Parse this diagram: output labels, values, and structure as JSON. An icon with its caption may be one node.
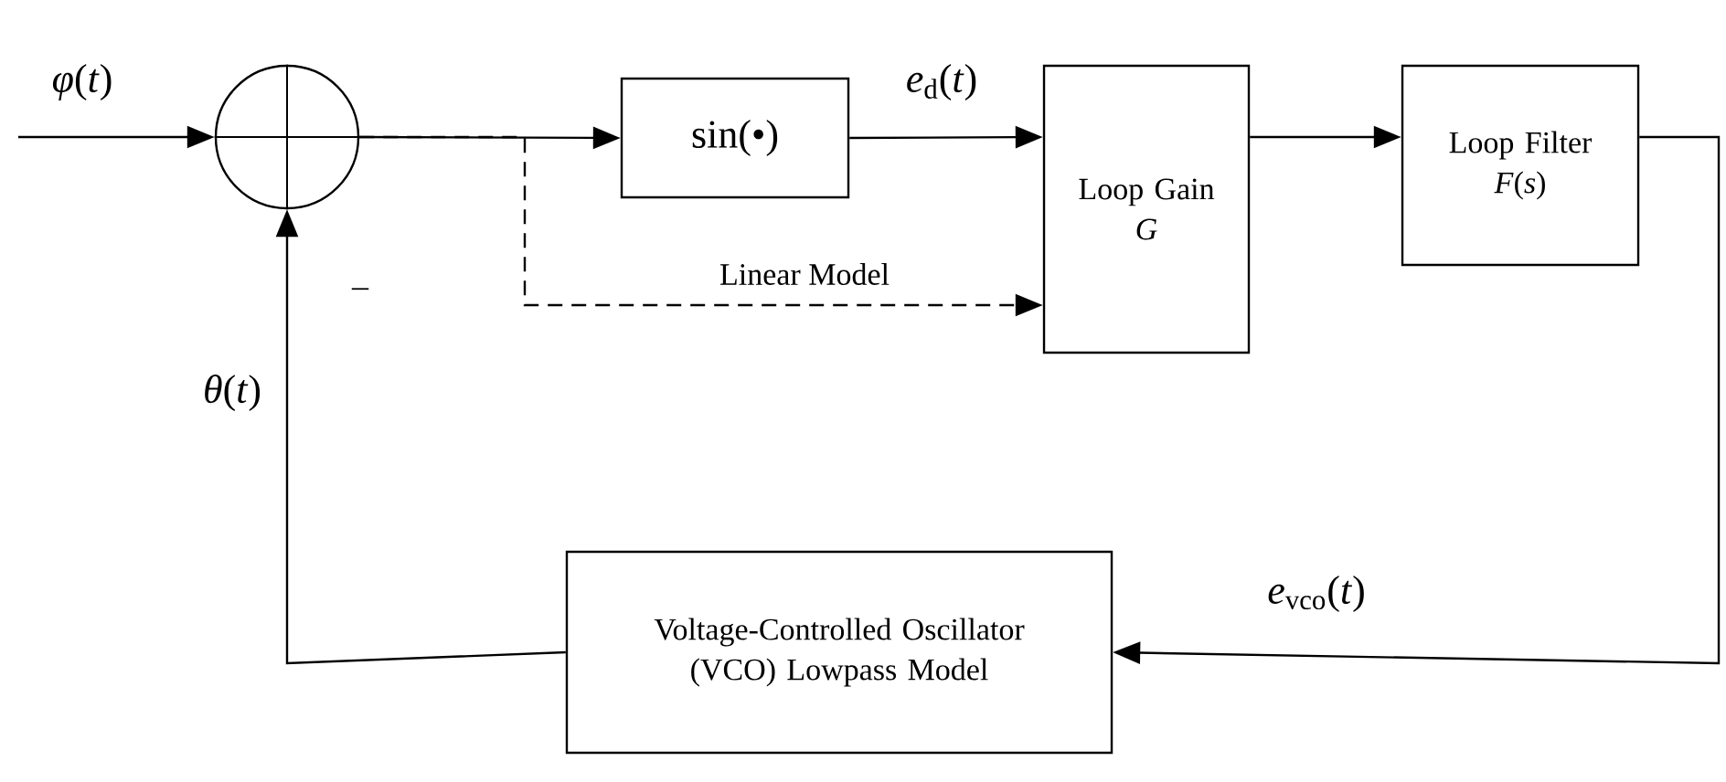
{
  "diagram": {
    "nodes": [
      {
        "text": [],
        "shape": "circle"
      },
      {
        "text": [
          "sin(•)"
        ]
      },
      {
        "text": [
          "Loop Gain",
          "*G*"
        ]
      },
      {
        "text": [
          "Loop Filter",
          "*F*(*s*)"
        ]
      },
      {
        "text": [
          "Voltage-Controlled Oscillator (VCO) Lowpass Model"
        ]
      }
    ],
    "edges": [
      {
        "from": null,
        "to": 0,
        "arrow": "to",
        "label": "*φ*(*t*)"
      },
      {
        "from": 0,
        "to": 1,
        "arrow": "to"
      },
      {
        "from": 0,
        "to": 2,
        "arrow": "to",
        "style": "dashed",
        "label": "Linear Model"
      },
      {
        "from": 1,
        "to": 2,
        "arrow": "to",
        "label": "*e*$_{d}$(*t*)"
      },
      {
        "from": 2,
        "to": 3,
        "arrow": "to"
      },
      {
        "from": 3,
        "to": 4,
        "arrow": "to",
        "label": "*e*$_{vco}$(*t*)"
      },
      {
        "from": 4,
        "to": 0,
        "arrow": "to",
        "label": "*θ*(*t*)"
      }
    ],
    "labels": [
      "–"
    ]
  }
}
